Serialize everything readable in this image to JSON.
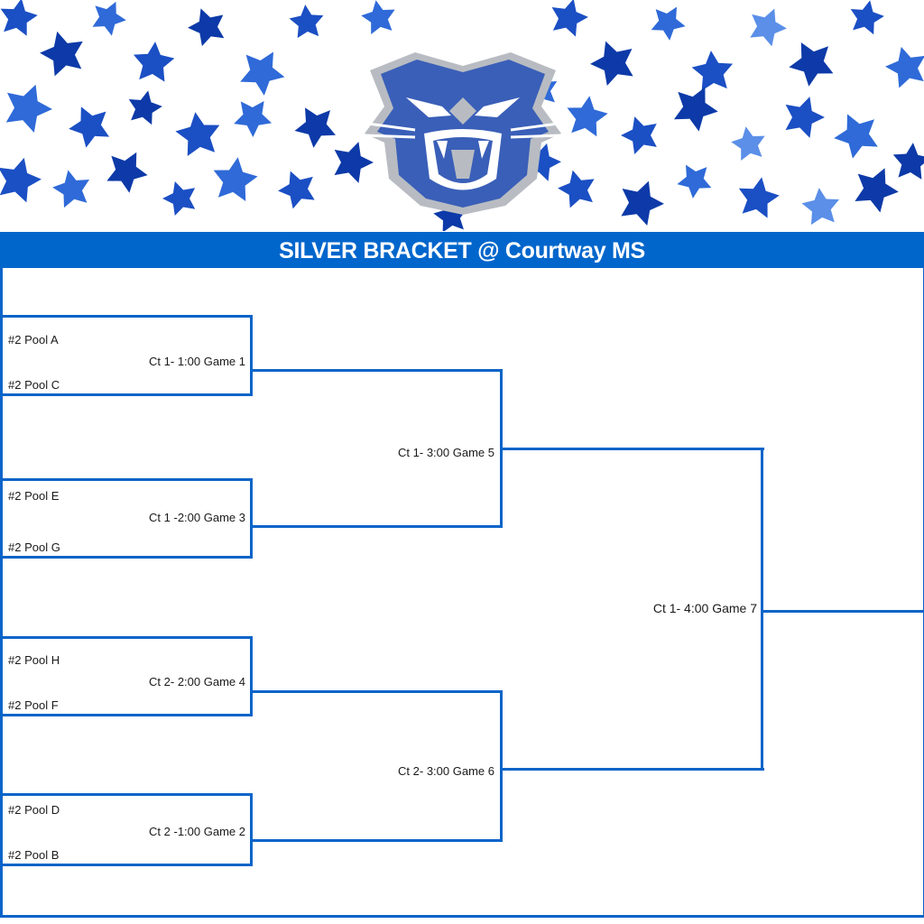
{
  "header": {
    "title": "SILVER BRACKET @ Courtway MS",
    "background": "stars",
    "logo": "wildcat-mascot-logo"
  },
  "colors": {
    "accent": "#0066cc",
    "line": "#0a64c8",
    "logo_blue": "#3a5fb8",
    "logo_silver": "#b8bcc2",
    "text": "#1a1a1a"
  },
  "bracket": {
    "round1": [
      {
        "team_top": "#2 Pool A",
        "game": "Ct 1- 1:00 Game 1",
        "team_bottom": "#2 Pool C"
      },
      {
        "team_top": "#2 Pool E",
        "game": "Ct 1 -2:00 Game 3",
        "team_bottom": "#2 Pool G"
      },
      {
        "team_top": "#2 Pool H",
        "game": "Ct 2- 2:00 Game 4",
        "team_bottom": "#2 Pool F"
      },
      {
        "team_top": "#2 Pool D",
        "game": "Ct 2 -1:00 Game 2",
        "team_bottom": "#2 Pool B"
      }
    ],
    "round2": [
      {
        "game": "Ct 1- 3:00 Game 5"
      },
      {
        "game": "Ct 2- 3:00 Game 6"
      }
    ],
    "final": {
      "game": "Ct 1- 4:00 Game 7"
    }
  }
}
